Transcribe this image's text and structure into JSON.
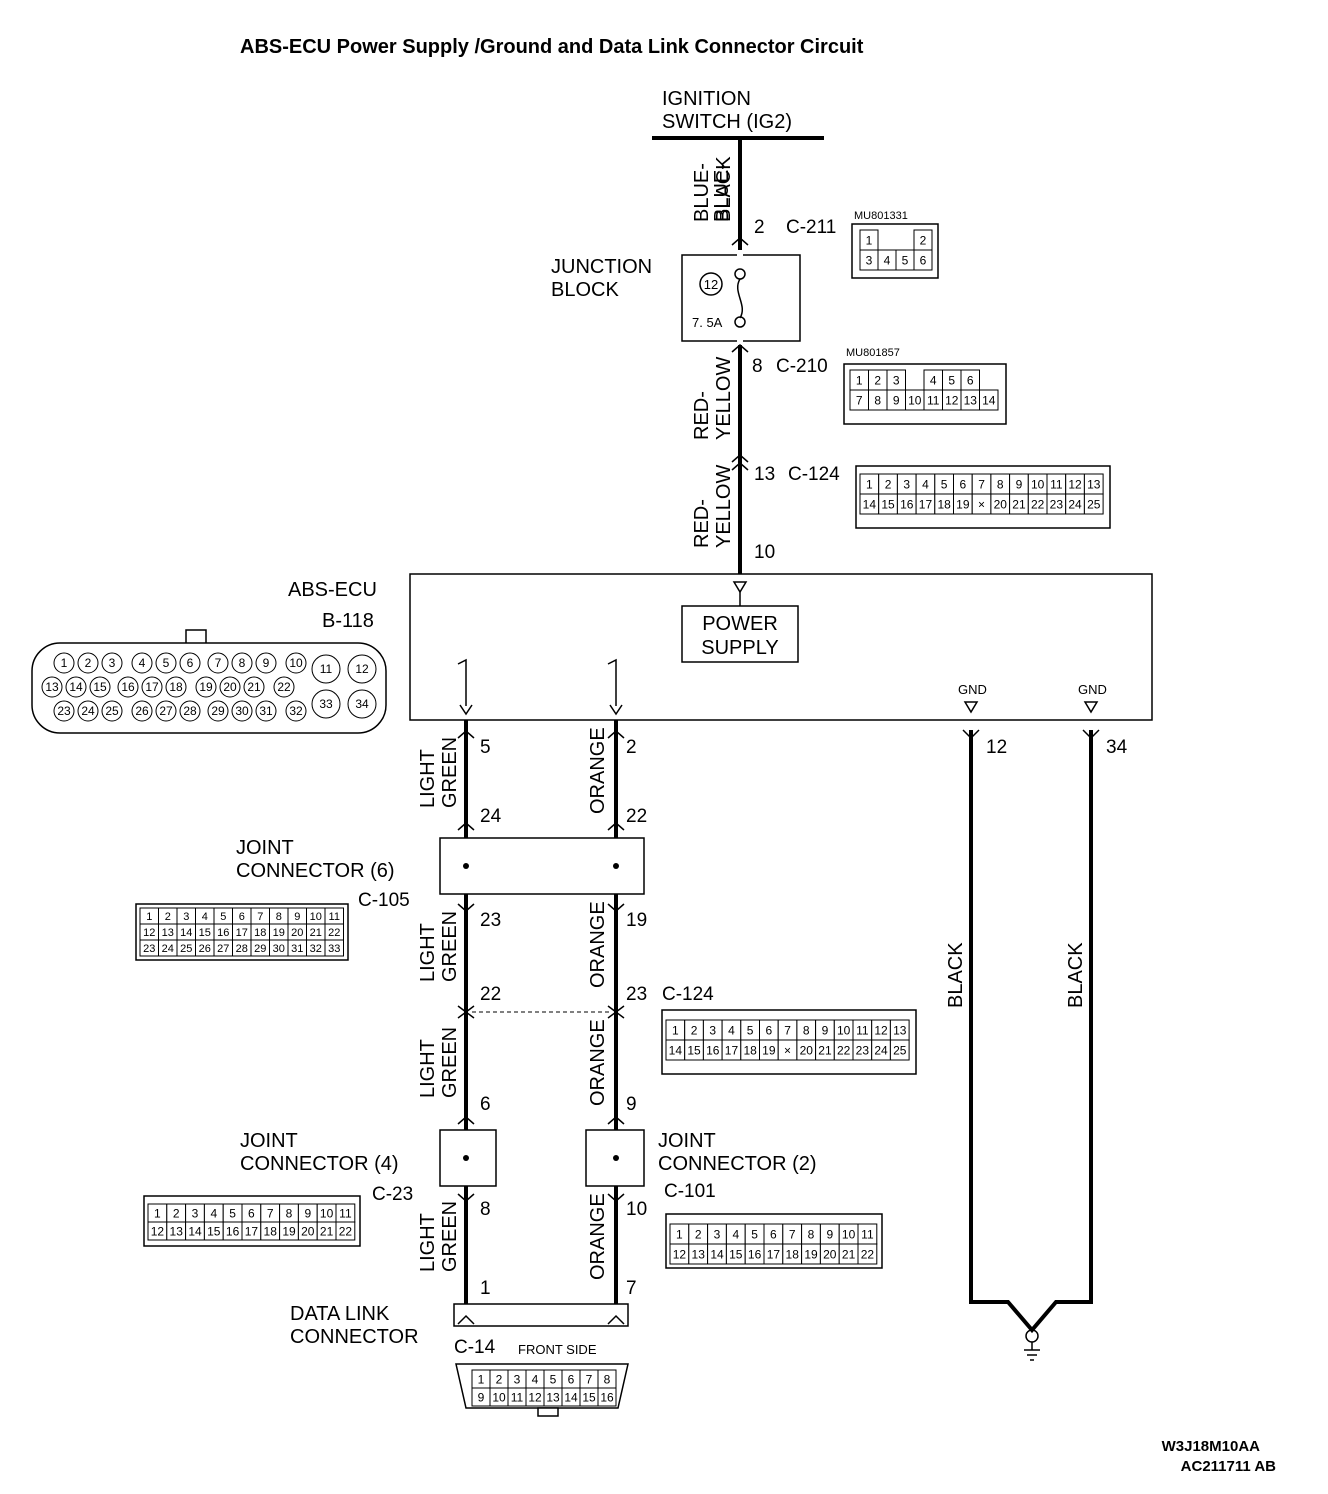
{
  "title": "ABS-ECU Power Supply /Ground and Data Link Connector Circuit",
  "components": {
    "ignition_switch": [
      "IGNITION",
      "SWITCH (IG2)"
    ],
    "junction_block": [
      "JUNCTION",
      "BLOCK"
    ],
    "fuse_number": "12",
    "fuse_rating": "7. 5A",
    "abs_ecu": "ABS-ECU",
    "abs_ecu_connector": "B-118",
    "power_supply": [
      "POWER",
      "SUPPLY"
    ],
    "gnd": "GND",
    "joint_connector_6": [
      "JOINT",
      "CONNECTOR (6)"
    ],
    "joint_connector_4": [
      "JOINT",
      "CONNECTOR (4)"
    ],
    "joint_connector_2": [
      "JOINT",
      "CONNECTOR (2)"
    ],
    "data_link_connector": [
      "DATA LINK",
      "CONNECTOR"
    ],
    "front_side": "FRONT SIDE"
  },
  "connectors": {
    "c211": "C-211",
    "c211_part": "MU801331",
    "c210": "C-210",
    "c210_part": "MU801857",
    "c124a": "C-124",
    "c124b": "C-124",
    "c105": "C-105",
    "c23": "C-23",
    "c101": "C-101",
    "c14": "C-14"
  },
  "wire_colors": {
    "blue_black": [
      "BLUE-",
      "BLACK"
    ],
    "red_yellow": [
      "RED-",
      "YELLOW"
    ],
    "light_green": [
      "LIGHT",
      "GREEN"
    ],
    "orange": "ORANGE",
    "black": "BLACK"
  },
  "pins": {
    "ig_c211": "2",
    "jb_c210": "8",
    "c124_top": "13",
    "ecu_pwr": "10",
    "lg_ecu": "5",
    "or_ecu": "2",
    "gnd1": "12",
    "gnd2": "34",
    "lg_jc6_in": "24",
    "or_jc6_in": "22",
    "lg_jc6_out": "23",
    "or_jc6_out": "19",
    "lg_c124": "22",
    "or_c124": "23",
    "lg_jc4_in": "6",
    "or_jc2_in": "9",
    "lg_jc4_out": "8",
    "or_jc2_out": "10",
    "lg_dlc": "1",
    "or_dlc": "7"
  },
  "connector_faces": {
    "c211": [
      [
        "1",
        "",
        "2"
      ],
      [
        "3",
        "4",
        "5",
        "6"
      ]
    ],
    "c210": [
      [
        "1",
        "2",
        "3",
        "",
        "4",
        "5",
        "6"
      ],
      [
        "7",
        "8",
        "9",
        "10",
        "11",
        "12",
        "13",
        "14"
      ]
    ],
    "c124": [
      [
        "1",
        "2",
        "3",
        "4",
        "5",
        "6",
        "7",
        "8",
        "9",
        "10",
        "11",
        "12",
        "13"
      ],
      [
        "14",
        "15",
        "16",
        "17",
        "18",
        "19",
        "×",
        "20",
        "21",
        "22",
        "23",
        "24",
        "25"
      ]
    ],
    "b118": [
      [
        "1",
        "2",
        "3",
        "4",
        "5",
        "6",
        "7",
        "8",
        "9",
        "10",
        "11",
        "12"
      ],
      [
        "13",
        "14",
        "15",
        "16",
        "17",
        "18",
        "19",
        "20",
        "21",
        "22"
      ],
      [
        "23",
        "24",
        "25",
        "26",
        "27",
        "28",
        "29",
        "30",
        "31",
        "32",
        "33",
        "34"
      ]
    ],
    "c105": [
      [
        "1",
        "2",
        "3",
        "4",
        "5",
        "6",
        "7",
        "8",
        "9",
        "10",
        "11"
      ],
      [
        "12",
        "13",
        "14",
        "15",
        "16",
        "17",
        "18",
        "19",
        "20",
        "21",
        "22"
      ],
      [
        "23",
        "24",
        "25",
        "26",
        "27",
        "28",
        "29",
        "30",
        "31",
        "32",
        "33"
      ]
    ],
    "c23": [
      [
        "1",
        "2",
        "3",
        "4",
        "5",
        "6",
        "7",
        "8",
        "9",
        "10",
        "11"
      ],
      [
        "12",
        "13",
        "14",
        "15",
        "16",
        "17",
        "18",
        "19",
        "20",
        "21",
        "22"
      ]
    ],
    "c101": [
      [
        "1",
        "2",
        "3",
        "4",
        "5",
        "6",
        "7",
        "8",
        "9",
        "10",
        "11"
      ],
      [
        "12",
        "13",
        "14",
        "15",
        "16",
        "17",
        "18",
        "19",
        "20",
        "21",
        "22"
      ]
    ],
    "c14": [
      [
        "1",
        "2",
        "3",
        "4",
        "5",
        "6",
        "7",
        "8"
      ],
      [
        "9",
        "10",
        "11",
        "12",
        "13",
        "14",
        "15",
        "16"
      ]
    ]
  },
  "footer": {
    "code1": "W3J18M10AA",
    "code2": "AC211711 AB"
  }
}
